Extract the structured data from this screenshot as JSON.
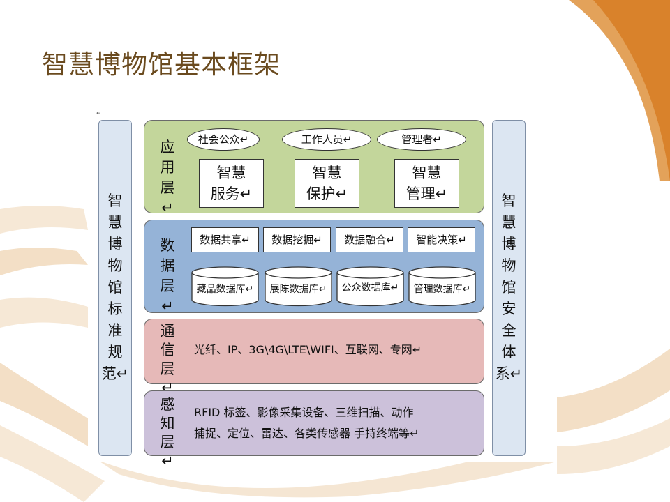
{
  "title": "智慧博物馆基本框架",
  "left_pillar": {
    "chars": [
      "智",
      "慧",
      "博",
      "物",
      "馆",
      "标",
      "准",
      "规",
      "范↵"
    ]
  },
  "right_pillar": {
    "chars": [
      "智",
      "慧",
      "博",
      "物",
      "馆",
      "安",
      "全",
      "体",
      "系↵"
    ]
  },
  "return_mark": "↵",
  "layers": {
    "application": {
      "name": [
        "应",
        "用",
        "层↵"
      ],
      "users": [
        "社会公众↵",
        "工作人员↵",
        "管理者↵"
      ],
      "services": [
        {
          "line1": "智慧",
          "line2": "服务↵"
        },
        {
          "line1": "智慧",
          "line2": "保护↵"
        },
        {
          "line1": "智慧",
          "line2": "管理↵"
        }
      ],
      "color": "#c3d69b"
    },
    "data": {
      "name": [
        "数",
        "据",
        "层↵"
      ],
      "functions": [
        "数据共享↵",
        "数据挖掘↵",
        "数据融合↵",
        "智能决策↵"
      ],
      "databases": [
        "藏品数据库↵",
        "展陈数据库↵",
        "公众数据库↵",
        "管理数据库↵"
      ],
      "color": "#95b3d7"
    },
    "communication": {
      "name": [
        "通",
        "信",
        "层↵"
      ],
      "text": "光纤、IP、3G\\4G\\LTE\\WIFI、互联网、专网↵",
      "color": "#e6b9b8"
    },
    "perception": {
      "name": [
        "感",
        "知",
        "层↵"
      ],
      "line1": "RFID 标签、影像采集设备、三维扫描、动作",
      "line2": "捕捉、定位、雷达、各类传感器 手持终端等↵",
      "color": "#ccc1da"
    }
  },
  "colors": {
    "title": "#6a4a1e",
    "accent_orange": "#d9822b",
    "pillar": "#dce6f2"
  }
}
